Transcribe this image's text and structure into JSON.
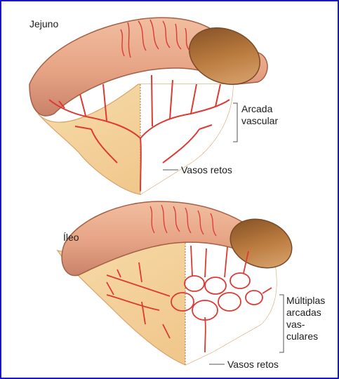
{
  "figure": {
    "panels": [
      {
        "title": "Jejuno",
        "labels": {
          "arcade": "Arcada\nvascular",
          "vasa_recta": "Vasos retos"
        }
      },
      {
        "title": "Íleo",
        "labels": {
          "arcade": "Múltiplas\narcadas\nvas-\nculares",
          "vasa_recta": "Vasos retos"
        }
      }
    ],
    "colors": {
      "frame_border": "#1818c8",
      "bowel_outer": "#e8a98a",
      "bowel_lumen": "#b8773c",
      "mesentery": "#f2cf96",
      "vessel": "#dc3a32",
      "label_text": "#1b1b1b"
    }
  }
}
